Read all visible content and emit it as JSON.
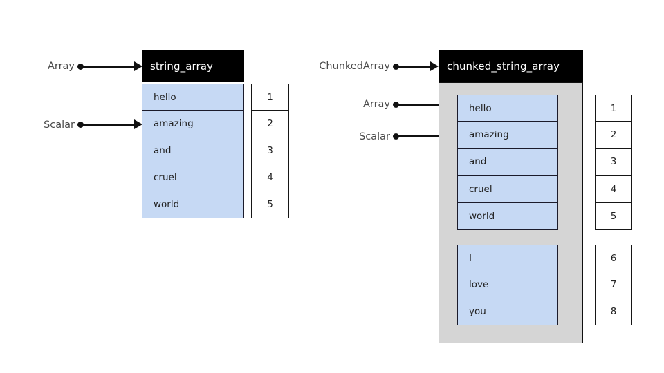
{
  "diagram": {
    "title_left": "string_array",
    "title_right": "chunked_string_array",
    "left": {
      "header_label": "string_array",
      "values": [
        "hello",
        "amazing",
        "and",
        "cruel",
        "world"
      ],
      "indices": [
        "1",
        "2",
        "3",
        "4",
        "5"
      ],
      "pointers": [
        {
          "label": "Array",
          "target": "header"
        },
        {
          "label": "Scalar",
          "target": "value-cell-1"
        }
      ]
    },
    "right": {
      "header_label": "chunked_string_array",
      "chunks": [
        {
          "values": [
            "hello",
            "amazing",
            "and",
            "cruel",
            "world"
          ],
          "indices": [
            "1",
            "2",
            "3",
            "4",
            "5"
          ]
        },
        {
          "values": [
            "I",
            "love",
            "you"
          ],
          "indices": [
            "6",
            "7",
            "8"
          ]
        }
      ],
      "pointers": [
        {
          "label": "ChunkedArray",
          "target": "header"
        },
        {
          "label": "Array",
          "target": "chunk-0"
        },
        {
          "label": "Scalar",
          "target": "chunk-0-value-1"
        }
      ]
    },
    "colors": {
      "header_bg": "#000000",
      "header_text": "#ffffff",
      "value_cell_bg": "#c6d9f4",
      "value_cell_border": "#1b1b2b",
      "index_cell_bg": "#ffffff",
      "index_cell_border": "#161616",
      "chunk_container_bg": "#d5d5d5",
      "label_text": "#4a4a4a",
      "cell_text": "#232323",
      "arrow": "#111111",
      "page_bg": "#ffffff"
    }
  }
}
